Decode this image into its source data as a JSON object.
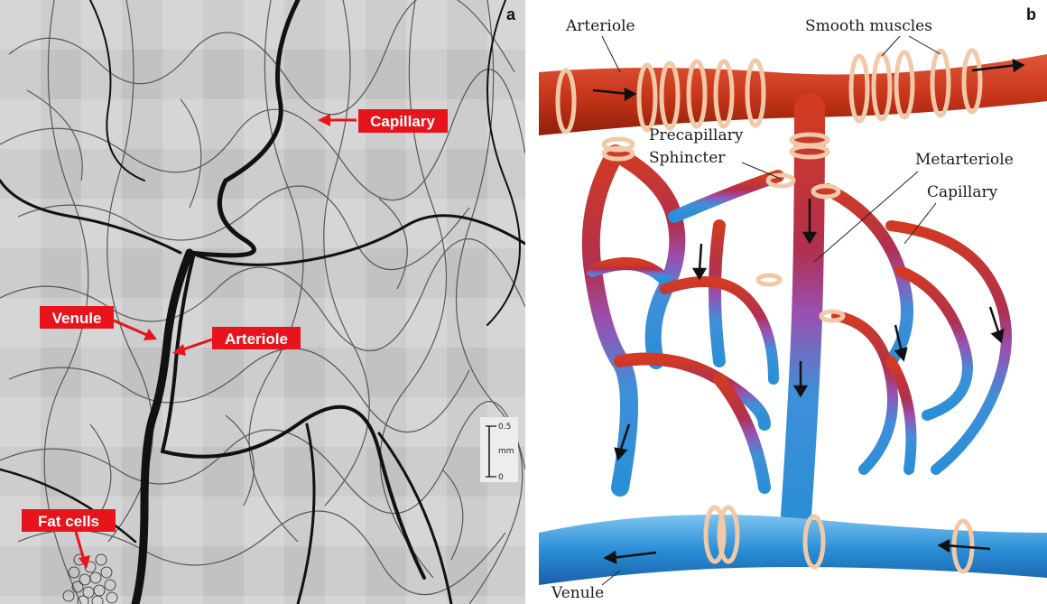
{
  "panel_a": {
    "letter": "a",
    "labels": {
      "capillary": "Capillary",
      "venule": "Venule",
      "arteriole": "Arteriole",
      "fat_cells": "Fat cells"
    },
    "scale_bar": {
      "top_value": "0.5",
      "unit": "mm",
      "bottom_value": "0"
    },
    "colors": {
      "label_bg": "#e8141c",
      "vessel": "#111111",
      "tissue": "#c9c9c9"
    }
  },
  "panel_b": {
    "letter": "b",
    "labels": {
      "arteriole": "Arteriole",
      "smooth_muscles": "Smooth muscles",
      "precapillary": "Precapillary",
      "sphincter": "Sphincter",
      "metarteriole": "Metarteriole",
      "capillary": "Capillary",
      "venule": "Venule"
    },
    "colors": {
      "arterial": "#c8361a",
      "venous": "#2a8fd6",
      "transition": "#9a4fb0",
      "muscle_ring": "#f2c9a8"
    }
  }
}
